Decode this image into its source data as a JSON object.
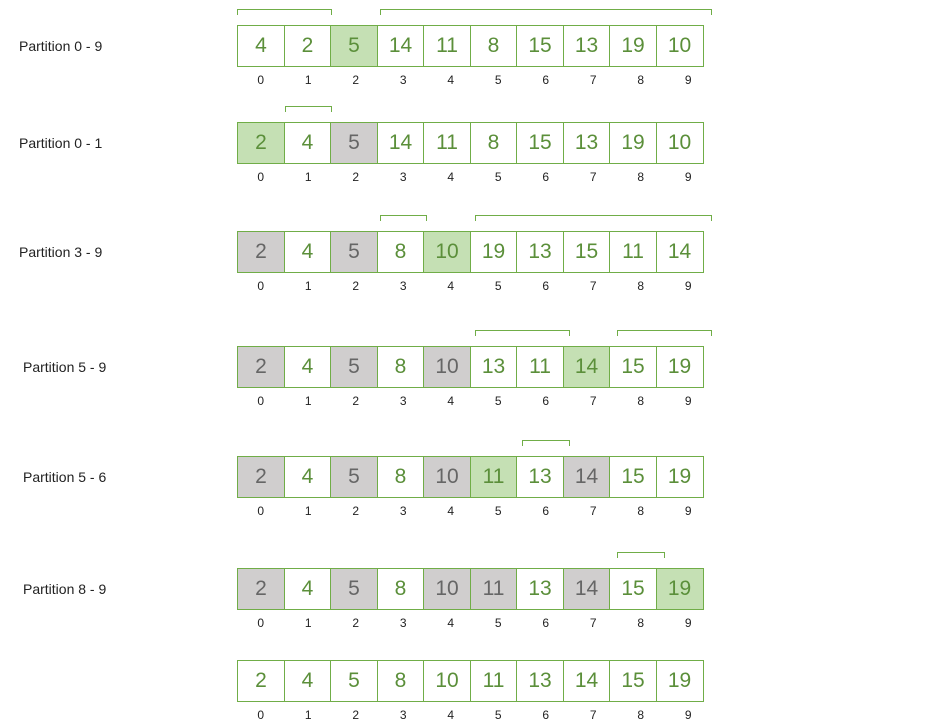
{
  "rows": [
    {
      "label": "Partition 0 - 9",
      "values": [
        "4",
        "2",
        "5",
        "14",
        "11",
        "8",
        "15",
        "13",
        "19",
        "10"
      ],
      "states": [
        "n",
        "n",
        "p",
        "n",
        "n",
        "n",
        "n",
        "n",
        "n",
        "n"
      ],
      "brackets": [
        [
          0,
          1
        ],
        [
          3,
          9
        ]
      ]
    },
    {
      "label": "Partition 0 - 1",
      "values": [
        "2",
        "4",
        "5",
        "14",
        "11",
        "8",
        "15",
        "13",
        "19",
        "10"
      ],
      "states": [
        "p",
        "n",
        "d",
        "n",
        "n",
        "n",
        "n",
        "n",
        "n",
        "n"
      ],
      "brackets": [
        [
          1,
          1
        ]
      ]
    },
    {
      "label": "Partition 3 - 9",
      "values": [
        "2",
        "4",
        "5",
        "8",
        "10",
        "19",
        "13",
        "15",
        "11",
        "14"
      ],
      "states": [
        "d",
        "n",
        "d",
        "n",
        "p",
        "n",
        "n",
        "n",
        "n",
        "n"
      ],
      "brackets": [
        [
          3,
          3
        ],
        [
          5,
          9
        ]
      ]
    },
    {
      "label": "Partition 5 - 9",
      "values": [
        "2",
        "4",
        "5",
        "8",
        "10",
        "13",
        "11",
        "14",
        "15",
        "19"
      ],
      "states": [
        "d",
        "n",
        "d",
        "n",
        "d",
        "n",
        "n",
        "p",
        "n",
        "n"
      ],
      "brackets": [
        [
          5,
          6
        ],
        [
          8,
          9
        ]
      ]
    },
    {
      "label": "Partition 5 - 6",
      "values": [
        "2",
        "4",
        "5",
        "8",
        "10",
        "11",
        "13",
        "14",
        "15",
        "19"
      ],
      "states": [
        "d",
        "n",
        "d",
        "n",
        "d",
        "p",
        "n",
        "d",
        "n",
        "n"
      ],
      "brackets": [
        [
          6,
          6
        ]
      ]
    },
    {
      "label": "Partition 8 - 9",
      "values": [
        "2",
        "4",
        "5",
        "8",
        "10",
        "11",
        "13",
        "14",
        "15",
        "19"
      ],
      "states": [
        "d",
        "n",
        "d",
        "n",
        "d",
        "d",
        "n",
        "d",
        "n",
        "p"
      ],
      "brackets": [
        [
          8,
          8
        ]
      ]
    },
    {
      "label": "",
      "values": [
        "2",
        "4",
        "5",
        "8",
        "10",
        "11",
        "13",
        "14",
        "15",
        "19"
      ],
      "states": [
        "n",
        "n",
        "n",
        "n",
        "n",
        "n",
        "n",
        "n",
        "n",
        "n"
      ],
      "brackets": []
    }
  ],
  "indices": [
    "0",
    "1",
    "2",
    "3",
    "4",
    "5",
    "6",
    "7",
    "8",
    "9"
  ],
  "colors": {
    "border": "#70ad47",
    "pivot_fill": "#c5e0b4",
    "done_fill": "#d0cece",
    "text": "#5b8f3a"
  }
}
